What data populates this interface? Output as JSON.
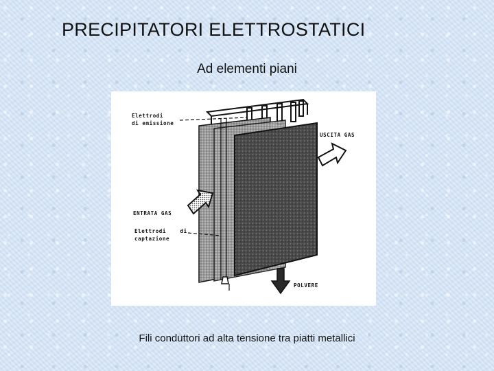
{
  "slide": {
    "title": "PRECIPITATORI ELETTROSTATICI",
    "subtitle": "Ad elementi piani",
    "caption": "Fili conduttori ad alta tensione tra piatti metallici"
  },
  "diagram": {
    "labels": {
      "emission_line1": "Elettrodi",
      "emission_line2": "di emissione",
      "gas_outlet": "USCITA GAS",
      "gas_inlet": "ENTRATA GAS",
      "collection_line1": "Elettrodi    di",
      "collection_line2": "captazione",
      "dust": "POLVERE"
    },
    "icons": [
      "gas-inlet-arrow-icon",
      "gas-outlet-arrow-icon",
      "dust-outlet-arrow-icon"
    ]
  }
}
